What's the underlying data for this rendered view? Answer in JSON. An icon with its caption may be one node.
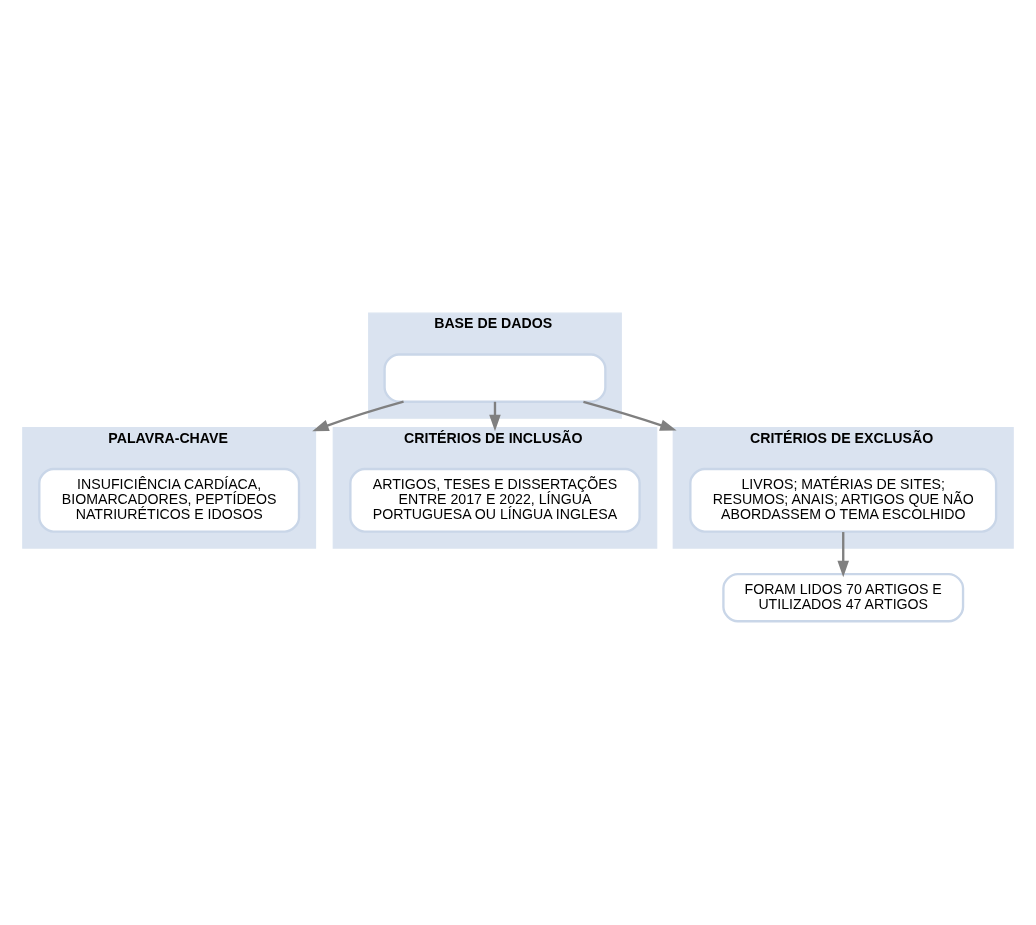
{
  "diagram": {
    "nodes": [
      {
        "text": [
          "BASE DE DADOS"
        ]
      },
      {
        "text": [],
        "shape": "box",
        "in": 0
      },
      {
        "text": [
          "PALAVRA-CHAVE"
        ]
      },
      {
        "text": [
          "INSUFICIÊNCIA CARDÍACA, BIOMARCADORES, PEPTÍDEOS NATRIURÉTICOS E IDOSOS"
        ],
        "in": 2
      },
      {
        "text": [
          "CRITÉRIOS DE INCLUSÃO"
        ]
      },
      {
        "text": [
          "ARTIGOS, TESES E DISSERTAÇÕES ENTRE 2017 E 2022, LÍNGUA PORTUGUESA OU LÍNGUA INGLESA"
        ],
        "in": 4
      },
      {
        "text": [
          "CRITÉRIOS DE EXCLUSÃO"
        ]
      },
      {
        "text": [
          "LIVROS; MATÉRIAS DE SITES; RESUMOS; ANAIS; ARTIGOS QUE NÃO ABORDASSEM O TEMA ESCOLHIDO"
        ],
        "in": 6
      },
      {
        "text": [
          "FORAM LIDOS 70 ARTIGOS E UTILIZADOS 47 ARTIGOS"
        ]
      }
    ],
    "edges": [
      {
        "from": 1,
        "to": 2,
        "arrow": "to"
      },
      {
        "from": 1,
        "to": 4,
        "arrow": "to"
      },
      {
        "from": 1,
        "to": 6,
        "arrow": "to"
      },
      {
        "from": 7,
        "to": 8,
        "arrow": "to"
      }
    ]
  }
}
